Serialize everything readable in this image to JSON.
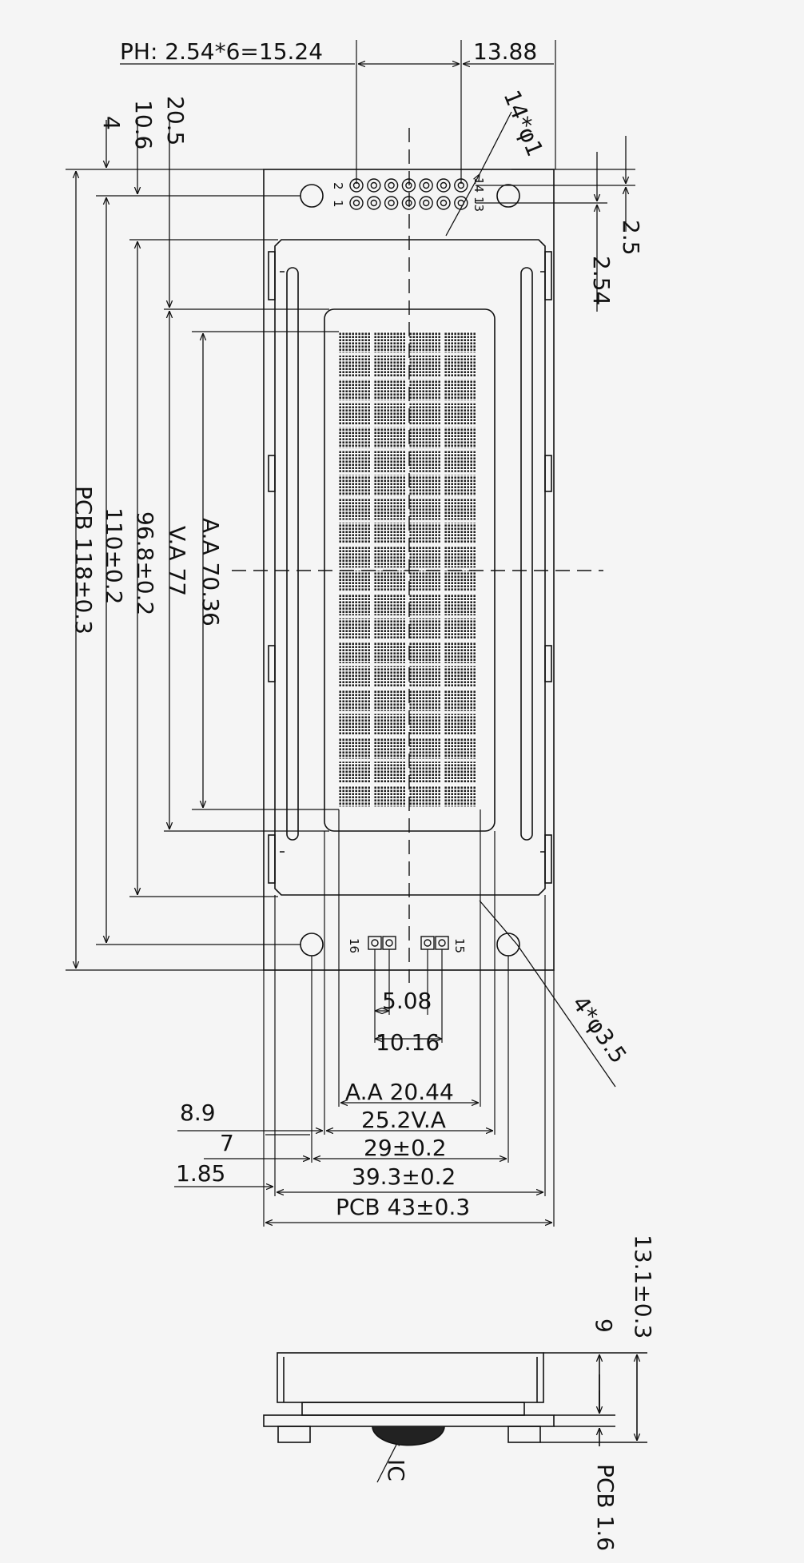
{
  "colors": {
    "background": "#f5f5f5",
    "ink": "#111111"
  },
  "pin_header": {
    "label": "PH: 2.54*6=15.24",
    "offset": "13.88",
    "pin_numbers": [
      "2",
      "1",
      "14",
      "13"
    ]
  },
  "holes_top": {
    "label": "14*φ1"
  },
  "mount_holes": {
    "label": "4*φ3.5"
  },
  "backlight_pins": {
    "left": "16",
    "right": "15"
  },
  "top_offsets": {
    "a": "20.5",
    "b": "10.6",
    "c": "4"
  },
  "right_offsets": {
    "a": "2.5",
    "b": "2.54"
  },
  "vertical_dims": {
    "pcb": "PCB 118±0.3",
    "holes": "110±0.2",
    "bezel": "96.8±0.2",
    "va": "V.A 77",
    "aa": "A.A 70.36"
  },
  "horizontal_dims": {
    "pin_pitch": "5.08",
    "pin_span": "10.16",
    "aa": "A.A 20.44",
    "va": "25.2V.A",
    "bezel": "29±0.2",
    "holes": "39.3±0.2",
    "pcb": "PCB 43±0.3"
  },
  "left_offsets": {
    "a": "8.9",
    "b": "7",
    "c": "1.85"
  },
  "side_view": {
    "total": "13.1±0.3",
    "module": "9",
    "ic": "IC",
    "pcb": "PCB 1.6"
  }
}
